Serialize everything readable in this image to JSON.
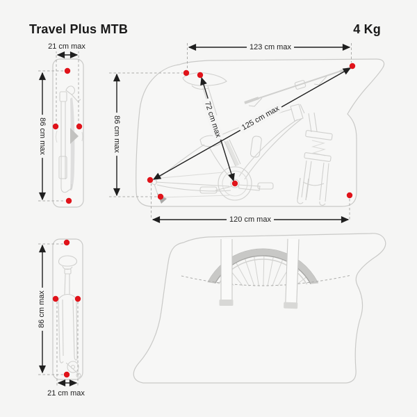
{
  "header": {
    "title": "Travel Plus MTB",
    "weight": "4 Kg"
  },
  "views": {
    "fork_pouch_side_view": {
      "width_label": "21 cm max",
      "height_label": "86 cm max"
    },
    "main_bag_side_view": {
      "top_width_label": "123 cm max",
      "height_label": "86 cm max",
      "seatpost_diagonal_label": "72 cm max",
      "long_diagonal_label": "125 cm max",
      "bottom_width_label": "120 cm max"
    },
    "frame_pouch_side_view": {
      "height_label": "86 cm max",
      "width_label": "21 cm max"
    }
  },
  "colors": {
    "background": "#f5f5f4",
    "measure_point_red": "#e0131a",
    "dimension_black": "#1f1f1f",
    "bag_outline_gray": "#c9c9c7",
    "artwork_gray": "#d0d0ce",
    "guide_dash_gray": "#ababa9"
  }
}
